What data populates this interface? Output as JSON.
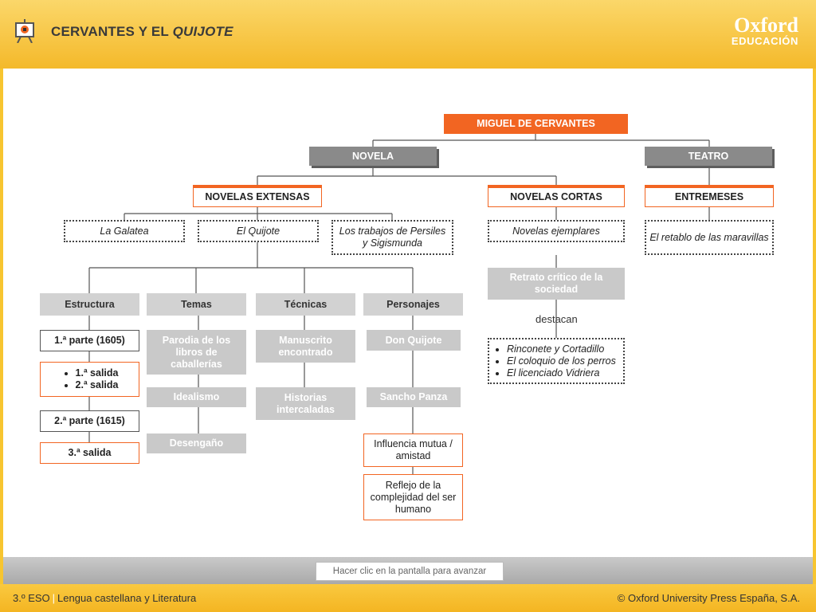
{
  "header": {
    "title_main": "CERVANTES Y EL ",
    "title_italic": "QUIJOTE",
    "logo_top": "Oxford",
    "logo_bottom": "EDUCACIÓN"
  },
  "diagram": {
    "root": "MIGUEL DE CERVANTES",
    "novela": "NOVELA",
    "teatro": "TEATRO",
    "novelas_extensas": "NOVELAS EXTENSAS",
    "novelas_cortas": "NOVELAS CORTAS",
    "entremeses": "ENTREMESES",
    "la_galatea": "La Galatea",
    "el_quijote": "El Quijote",
    "persiles": "Los trabajos de Persiles y Sigismunda",
    "novelas_ejemplares": "Novelas ejemplares",
    "retablo": "El retablo de las maravillas",
    "retrato": "Retrato crítico de la sociedad",
    "destacan": "destacan",
    "ejemplares_list": [
      "Rinconete y Cortadillo",
      "El coloquio de los perros",
      "El licenciado Vidriera"
    ],
    "estructura": "Estructura",
    "temas": "Temas",
    "tecnicas": "Técnicas",
    "personajes": "Personajes",
    "parte1": "1.ª parte (1605)",
    "salidas1": [
      "1.ª salida",
      "2.ª salida"
    ],
    "parte2": "2.ª parte (1615)",
    "salida3": "3.ª salida",
    "parodia": "Parodia de los libros de caballerías",
    "idealismo": "Idealismo",
    "desengano": "Desengaño",
    "manuscrito": "Manuscrito encontrado",
    "historias": "Historias intercaladas",
    "don_quijote": "Don Quijote",
    "sancho": "Sancho Panza",
    "influencia": "Influencia mutua / amistad",
    "reflejo": "Reflejo de la complejidad del ser humano"
  },
  "bottom": {
    "advance_label": "Hacer clic en la pantalla para avanzar"
  },
  "footer": {
    "course": "3.º ESO",
    "separator": "|",
    "subject": "Lengua castellana y Literatura",
    "copyright": "© Oxford University Press España, S.A."
  },
  "colors": {
    "accent_orange": "#f26522",
    "header_yellow": "#f7c530",
    "node_grey": "#8a8a8a"
  },
  "icons": [
    "presentation-board-icon"
  ]
}
